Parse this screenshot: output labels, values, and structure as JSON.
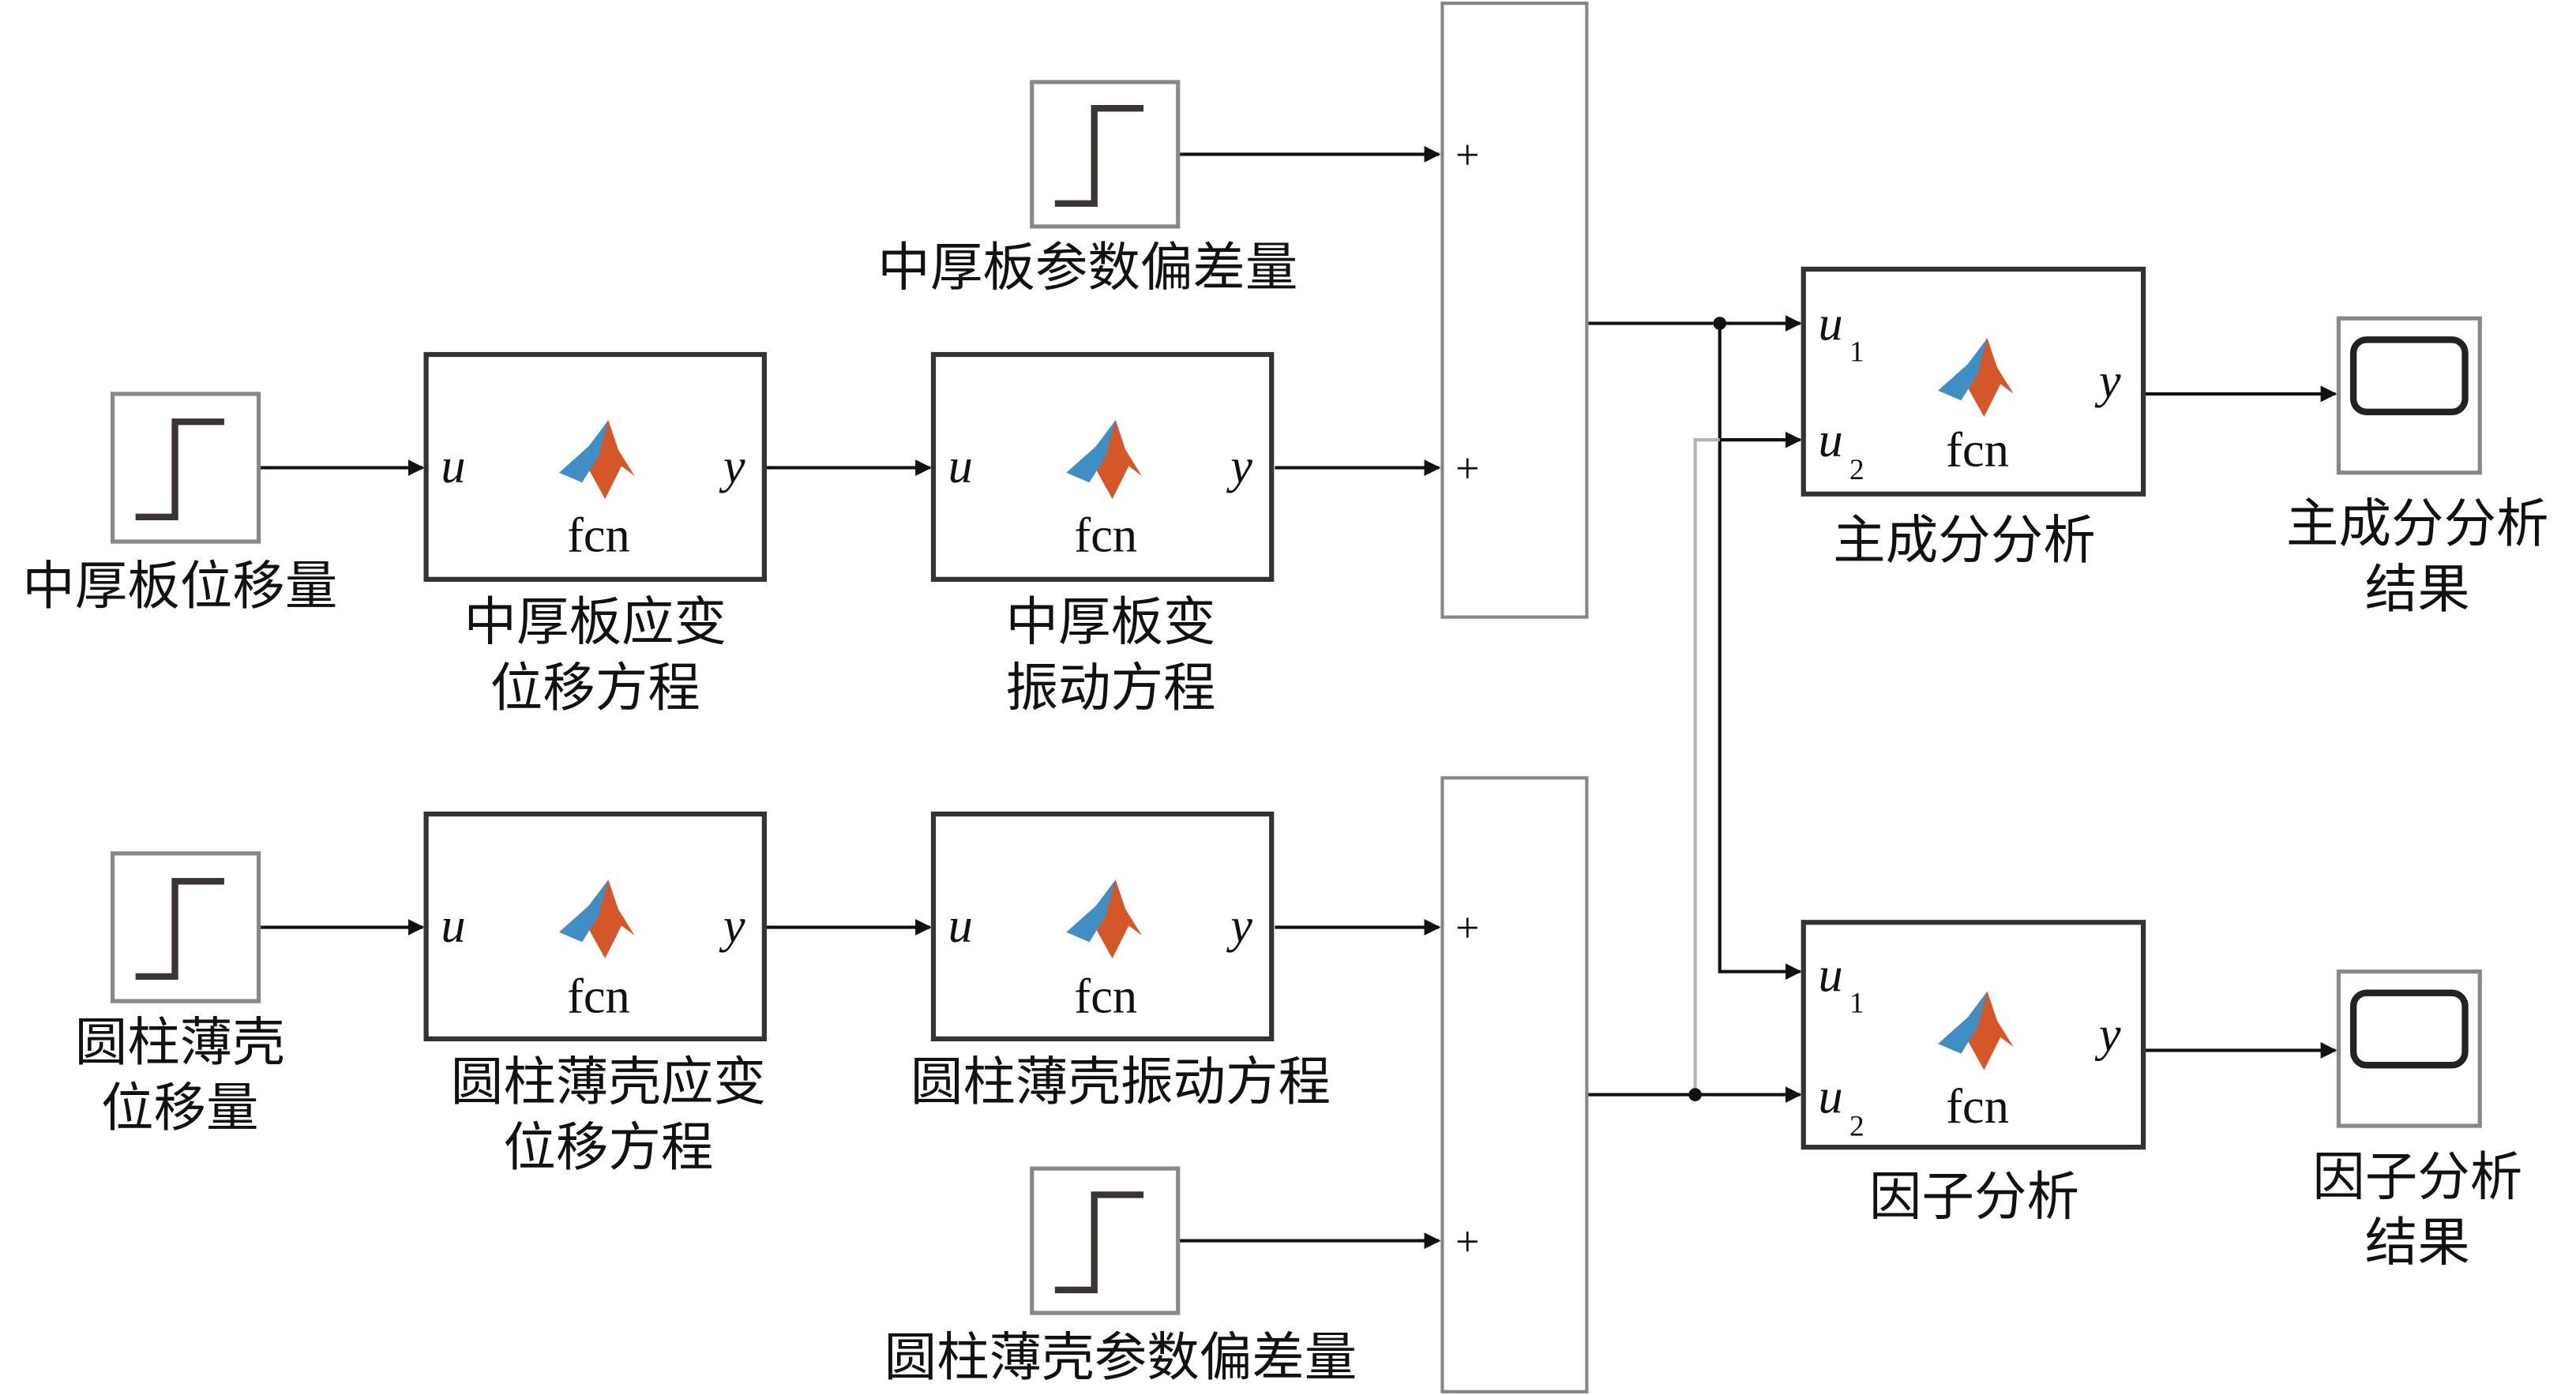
{
  "diagram": {
    "sources": [
      {
        "id": "thick-plate-displacement",
        "label": "中厚板位移量",
        "icon": "step-icon"
      },
      {
        "id": "thick-plate-param-deviation",
        "label": "中厚板参数偏差量",
        "icon": "step-icon"
      },
      {
        "id": "cylinder-shell-displacement",
        "label_lines": [
          "圆柱薄壳",
          "位移量"
        ],
        "icon": "step-icon"
      },
      {
        "id": "cylinder-shell-param-deviation",
        "label": "圆柱薄壳参数偏差量",
        "icon": "step-icon"
      }
    ],
    "functions": [
      {
        "id": "thick-plate-strain",
        "label_lines": [
          "中厚板应变",
          "位移方程"
        ],
        "inputs": [
          "u"
        ],
        "output": "y",
        "name": "fcn"
      },
      {
        "id": "thick-plate-vibration",
        "label_lines": [
          "中厚板变",
          "振动方程"
        ],
        "inputs": [
          "u"
        ],
        "output": "y",
        "name": "fcn"
      },
      {
        "id": "cylinder-shell-strain",
        "label_lines": [
          "圆柱薄壳应变",
          "位移方程"
        ],
        "inputs": [
          "u"
        ],
        "output": "y",
        "name": "fcn"
      },
      {
        "id": "cylinder-shell-vibration",
        "label": "圆柱薄壳振动方程",
        "inputs": [
          "u"
        ],
        "output": "y",
        "name": "fcn"
      },
      {
        "id": "pca",
        "label": "主成分分析",
        "inputs": [
          "u",
          "u"
        ],
        "input_subs": [
          "1",
          "2"
        ],
        "output": "y",
        "name": "fcn"
      },
      {
        "id": "factor-analysis",
        "label": "因子分析",
        "inputs": [
          "u",
          "u"
        ],
        "input_subs": [
          "1",
          "2"
        ],
        "output": "y",
        "name": "fcn"
      }
    ],
    "sums": [
      {
        "id": "sum-top",
        "signs": [
          "+",
          "+"
        ]
      },
      {
        "id": "sum-bottom",
        "signs": [
          "+",
          "+"
        ]
      }
    ],
    "scopes": [
      {
        "id": "pca-result",
        "label_lines": [
          "主成分分析",
          "结果"
        ],
        "icon": "scope-icon"
      },
      {
        "id": "factor-result",
        "label_lines": [
          "因子分析",
          "结果"
        ],
        "icon": "scope-icon"
      }
    ]
  },
  "colors": {
    "matlab_orange": "#d4572a",
    "matlab_blue": "#3f8fc4",
    "block_border": "#333333",
    "wire": "#111111"
  }
}
